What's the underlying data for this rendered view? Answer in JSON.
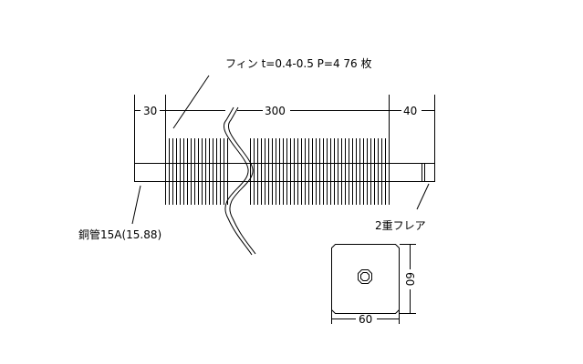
{
  "labels": {
    "fin_spec": "フィン t=0.4-0.5 P=4  76 枚",
    "pipe_spec": "銅管15A(15.88)",
    "flare": "2重フレア"
  },
  "dimensions": {
    "left": "30",
    "middle": "300",
    "right": "40",
    "fin_width": "60",
    "fin_height": "60"
  },
  "colors": {
    "line": "#000000",
    "background": "#ffffff"
  }
}
